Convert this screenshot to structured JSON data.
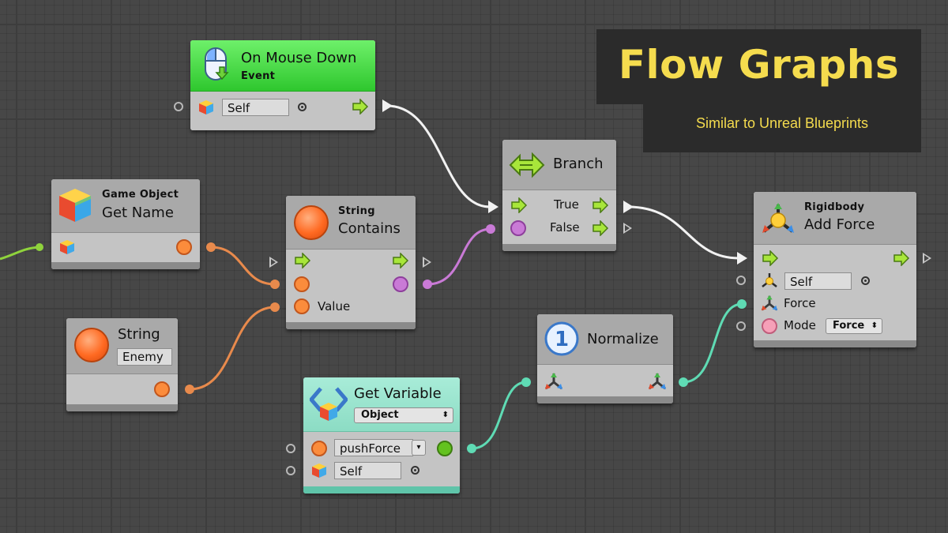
{
  "banner": {
    "title": "Flow Graphs",
    "subtitle": "Similar to Unreal Blueprints",
    "accent": "#f5dc4e"
  },
  "nodes": {
    "on_mouse_down": {
      "title": "On Mouse Down",
      "subtitle": "Event",
      "target": "Self"
    },
    "get_name": {
      "category": "Game Object",
      "title": "Get Name"
    },
    "string_contains": {
      "category": "String",
      "title": "Contains",
      "value_label": "Value"
    },
    "string_literal": {
      "title": "String",
      "value": "Enemy"
    },
    "branch": {
      "title": "Branch",
      "true_label": "True",
      "false_label": "False"
    },
    "normalize": {
      "title": "Normalize",
      "badge": "1"
    },
    "get_variable": {
      "title": "Get Variable",
      "kind": "Object",
      "variable": "pushForce",
      "target": "Self"
    },
    "add_force": {
      "category": "Rigidbody",
      "title": "Add Force",
      "target": "Self",
      "force_label": "Force",
      "mode_label": "Mode",
      "mode_value": "Force"
    }
  },
  "colors": {
    "control": "#f2f2f2",
    "string": "#fb8c3c",
    "bool": "#c97ad6",
    "vector": "#5fdbb4",
    "object": "#8fd33c"
  }
}
